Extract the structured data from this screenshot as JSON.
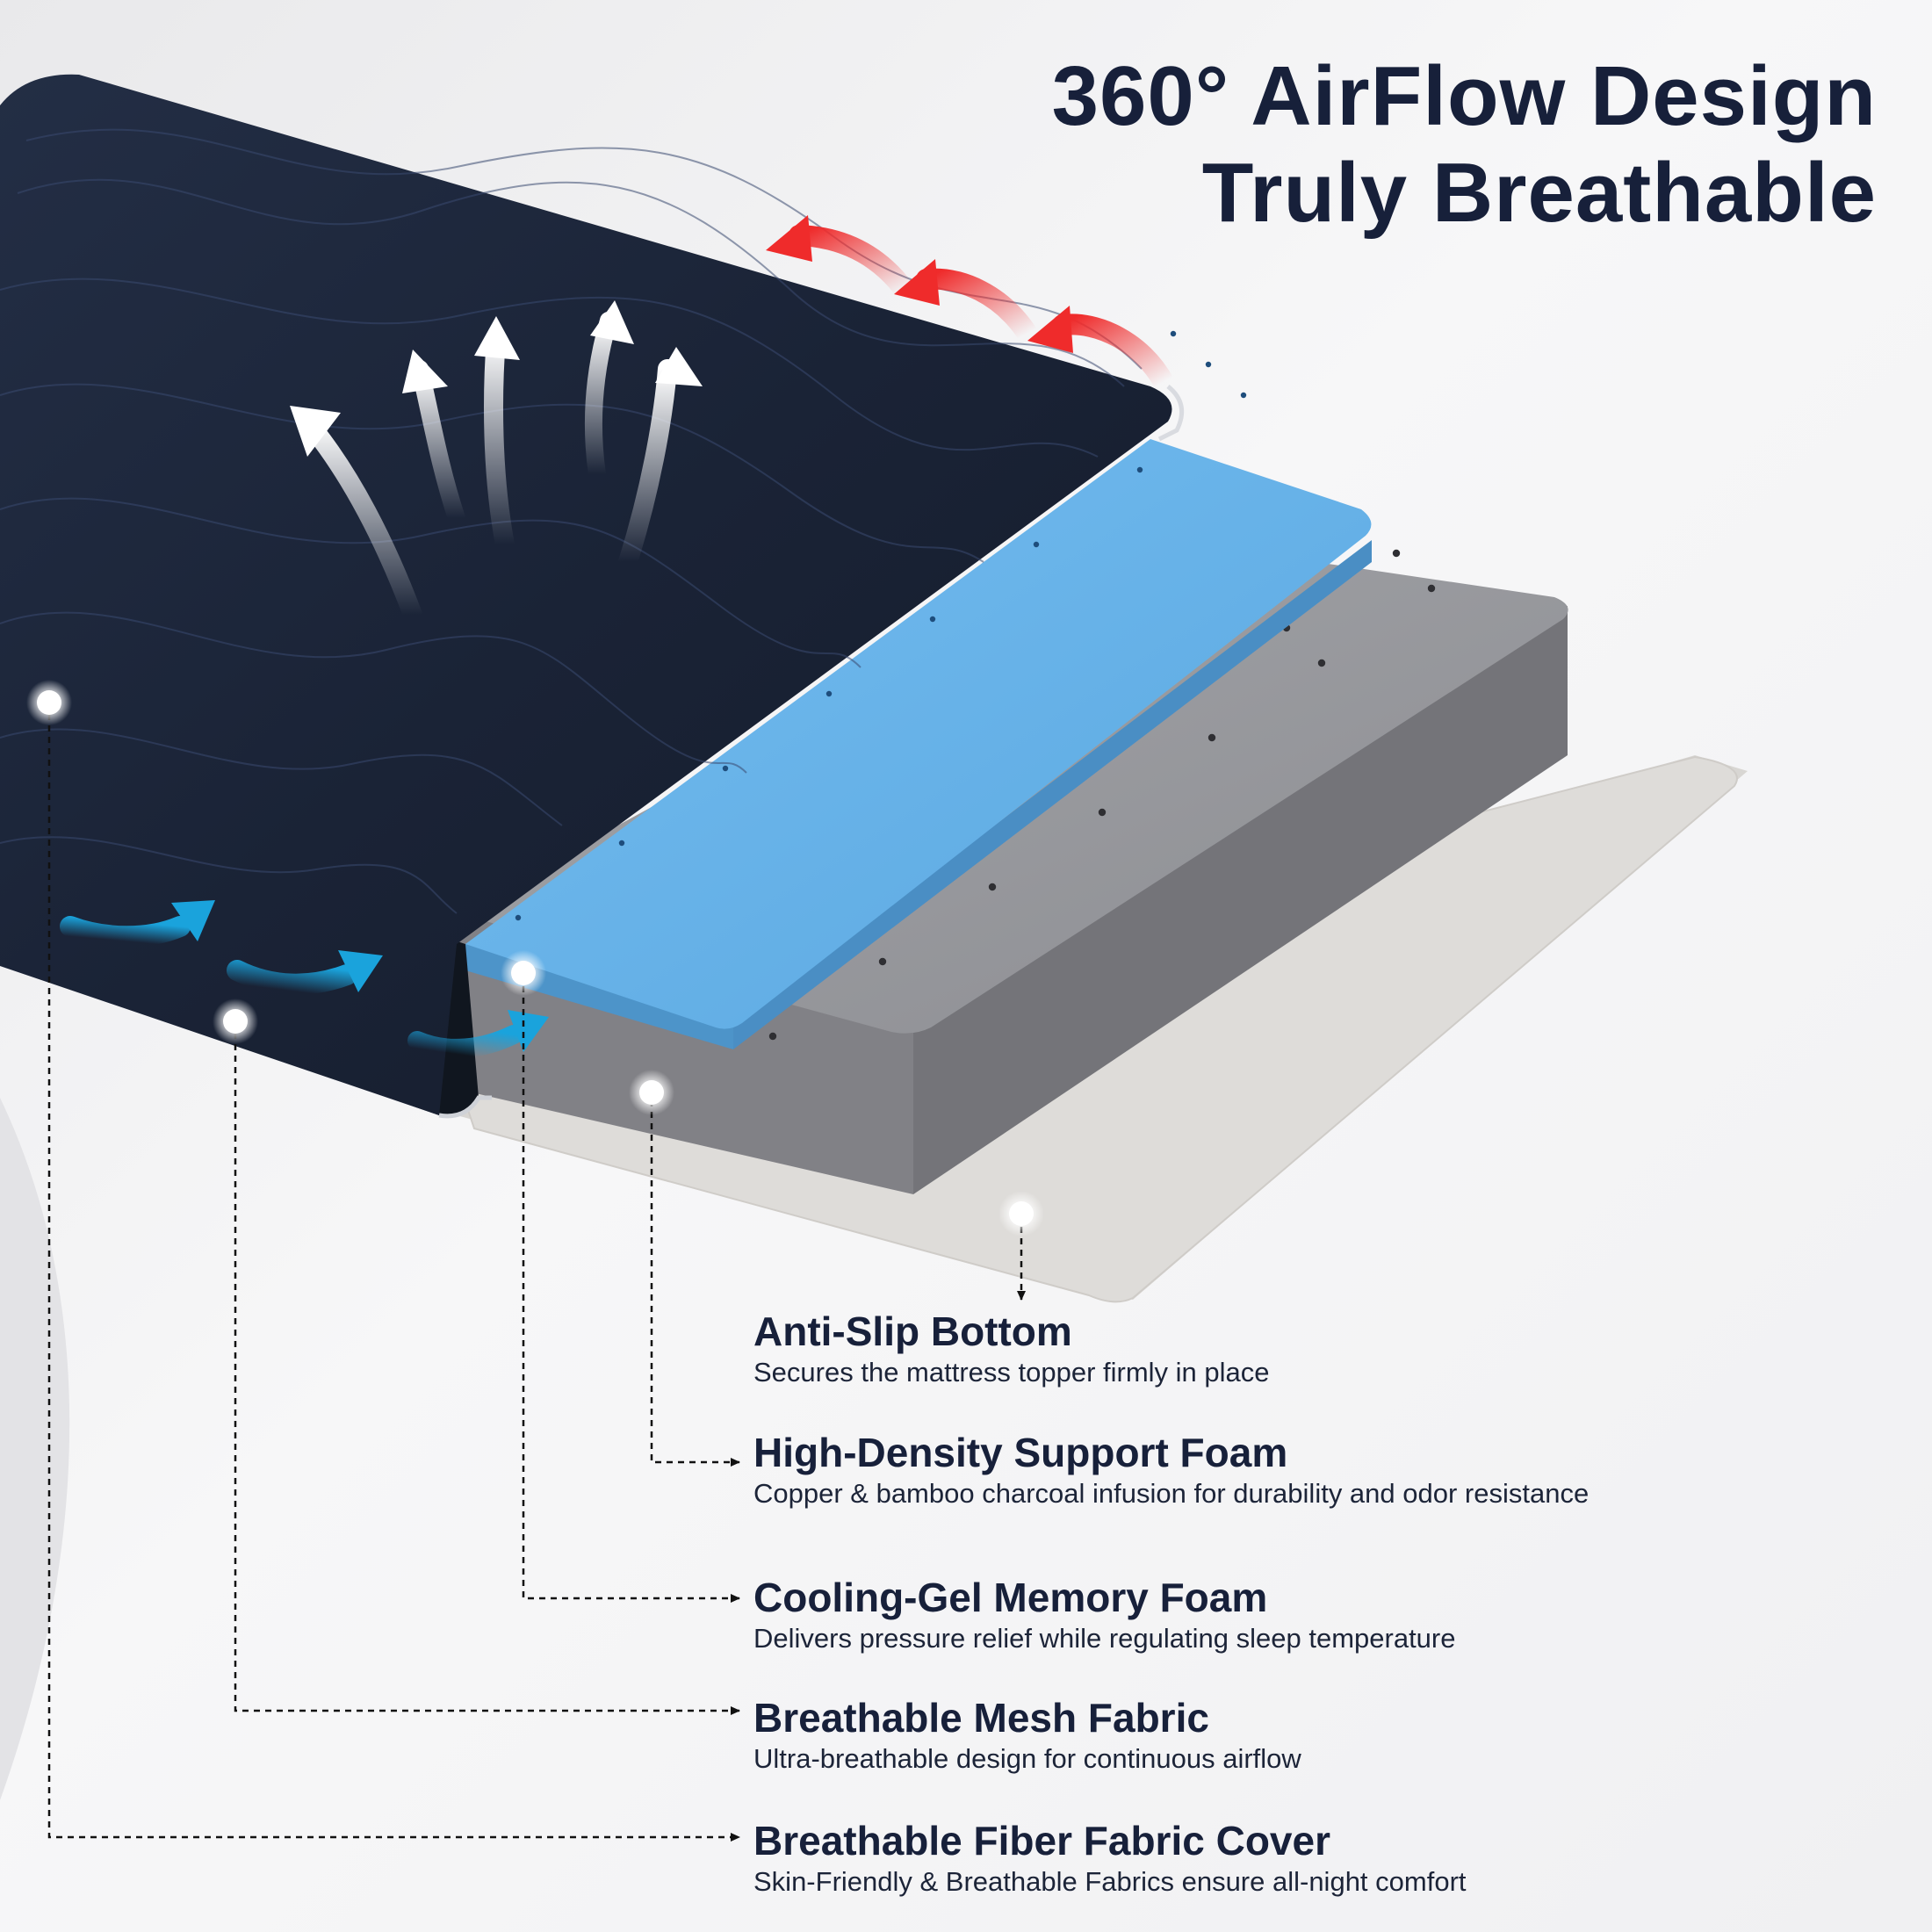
{
  "title": {
    "line1": "360° AirFlow Design",
    "line2": "Truly Breathable"
  },
  "features": [
    {
      "heading": "Anti-Slip Bottom",
      "description": "Secures the mattress topper firmly in place"
    },
    {
      "heading": "High-Density Support Foam",
      "description": "Copper & bamboo charcoal infusion for durability and odor resistance"
    },
    {
      "heading": "Cooling-Gel Memory Foam",
      "description": "Delivers pressure relief while regulating sleep temperature"
    },
    {
      "heading": "Breathable Mesh Fabric",
      "description": "Ultra-breathable design for continuous airflow"
    },
    {
      "heading": "Breathable Fiber Fabric Cover",
      "description": "Skin-Friendly & Breathable Fabrics ensure all-night comfort"
    }
  ],
  "colors": {
    "cover": "#1b2437",
    "gel_foam": "#64b0e6",
    "support_foam": "#8a8b8f",
    "anti_slip_base": "#dddcda",
    "text": "#17203a",
    "cool_air_arrow": "#1aa3dc",
    "warm_air_arrow": "#ef2b2b",
    "rising_air_arrow": "#ffffff"
  }
}
